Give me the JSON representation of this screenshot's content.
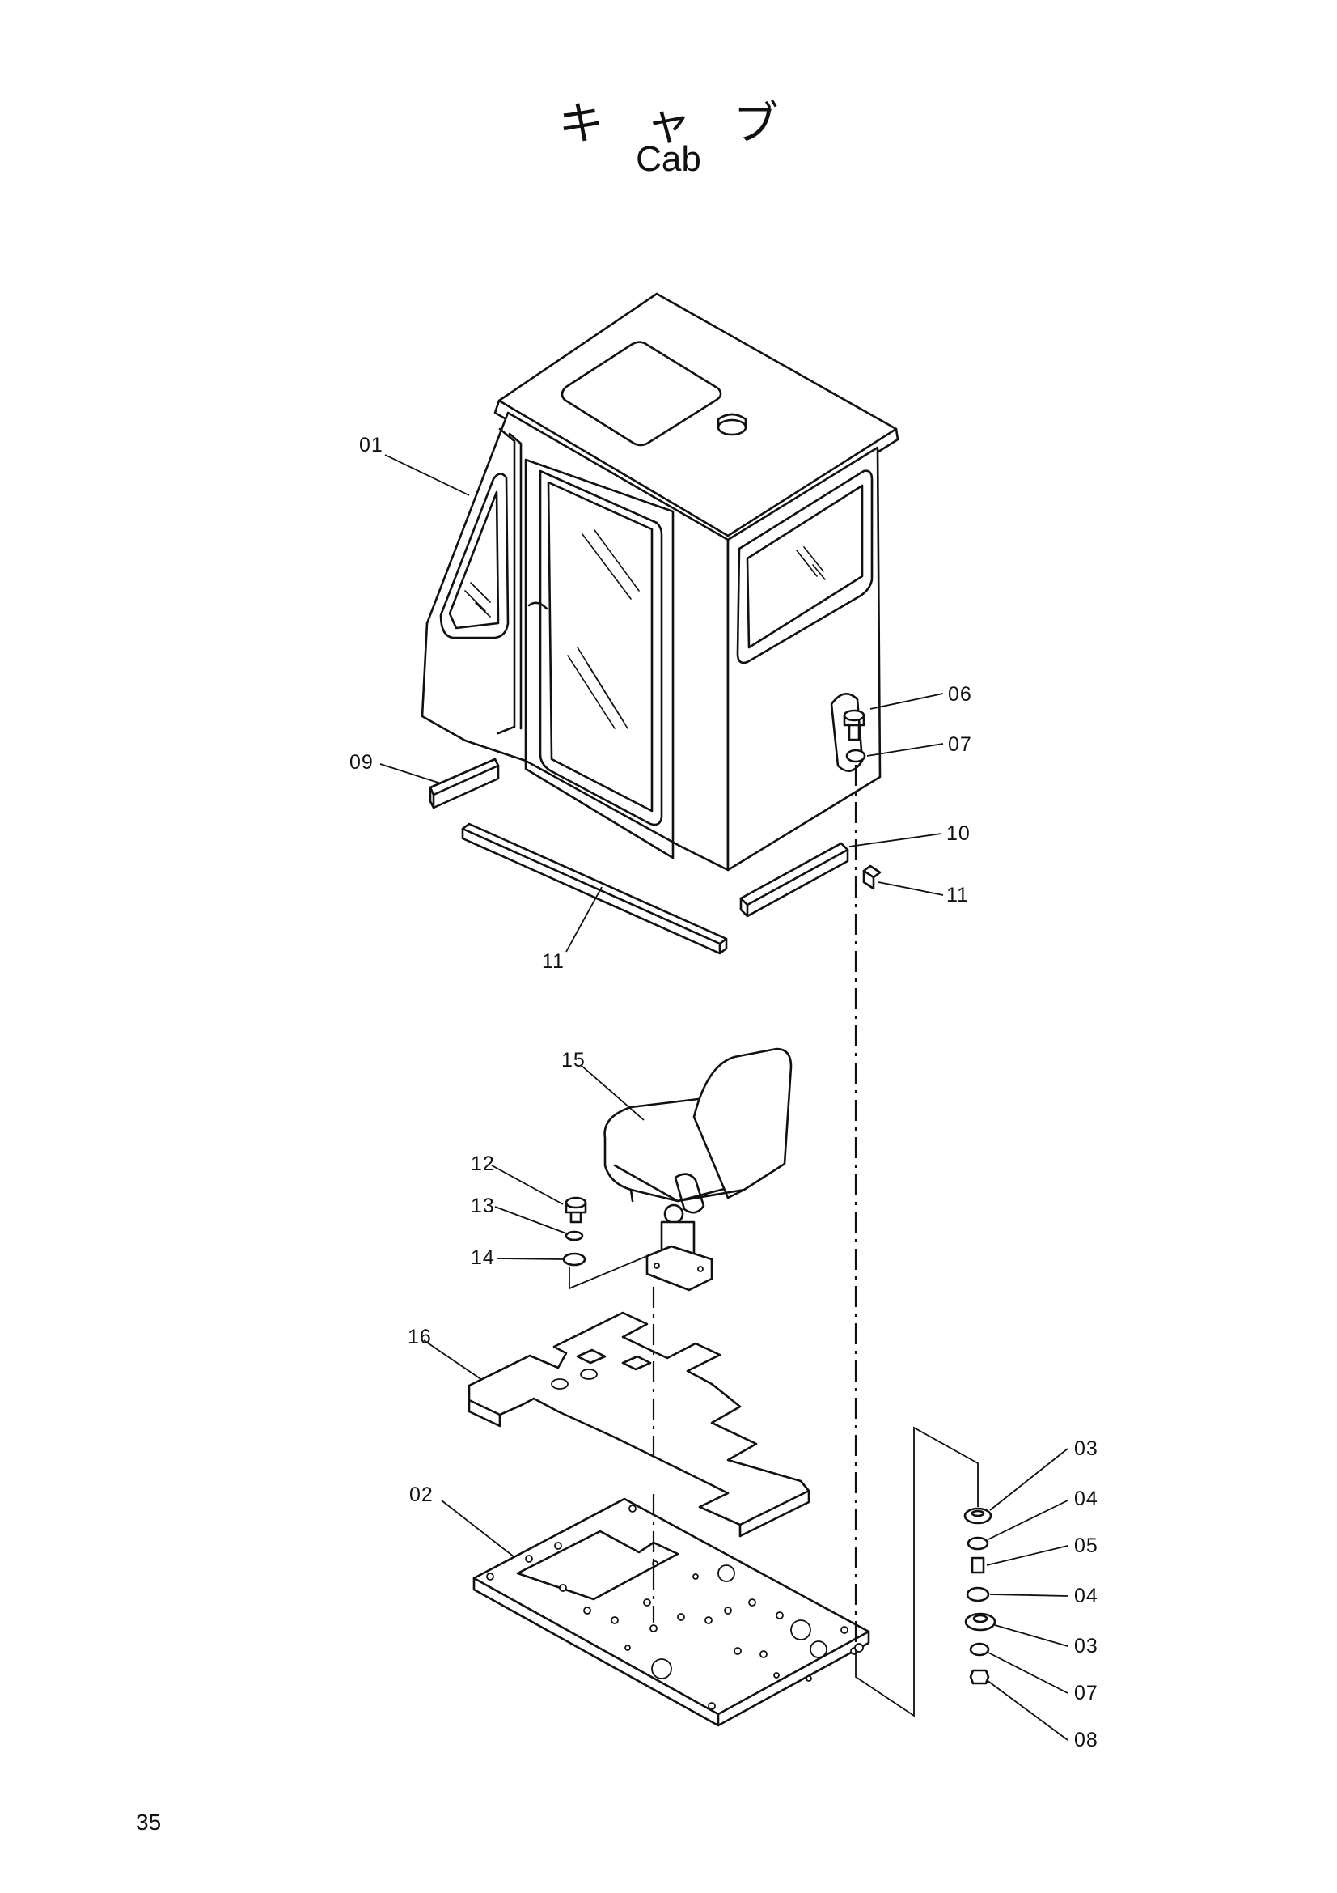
{
  "title": {
    "japanese": "キャブ",
    "english": "Cab"
  },
  "page_number": "35",
  "callouts": [
    "01",
    "02",
    "03",
    "04",
    "05",
    "04",
    "03",
    "06",
    "07",
    "07",
    "08",
    "09",
    "10",
    "11",
    "11",
    "12",
    "13",
    "14",
    "15",
    "16"
  ]
}
